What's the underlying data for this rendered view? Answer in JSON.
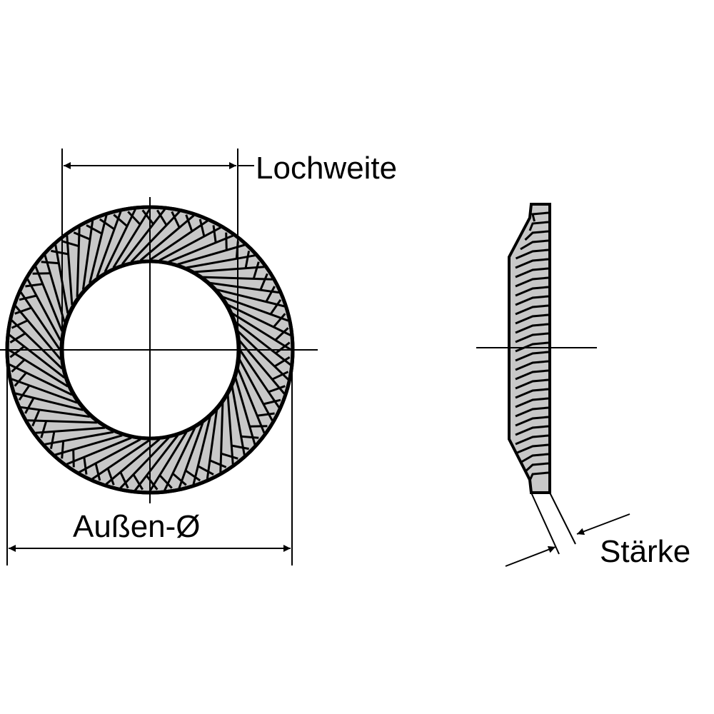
{
  "labels": {
    "hole_width": "Lochweite",
    "outer_diameter": "Außen-Ø",
    "thickness": "Stärke"
  },
  "colors": {
    "washer_fill": "#c8c8c8",
    "line": "#000000",
    "background": "#ffffff"
  },
  "serration_count": 60
}
